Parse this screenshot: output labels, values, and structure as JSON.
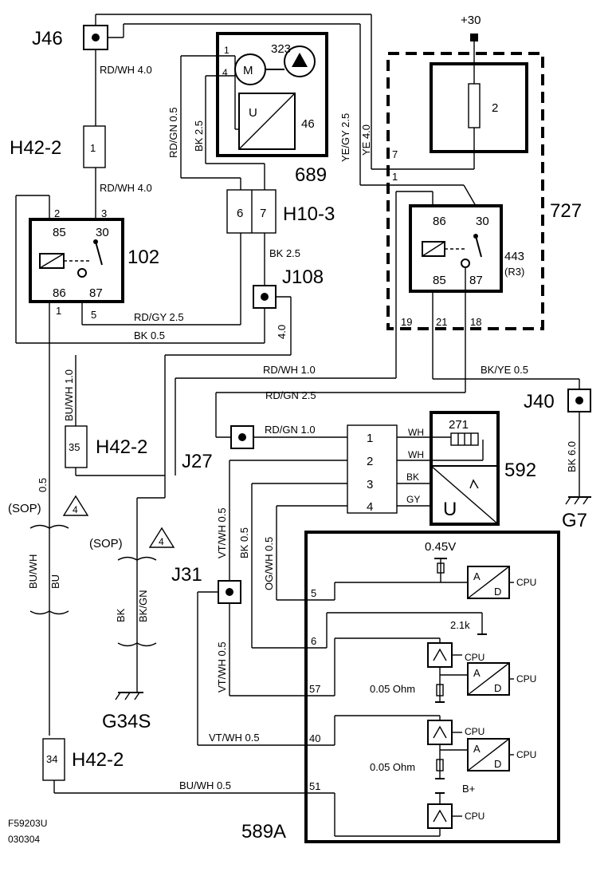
{
  "labels": {
    "j46": "J46",
    "j108": "J108",
    "j27": "J27",
    "j31": "J31",
    "j40": "J40",
    "h42_2": "H42-2",
    "h10_3": "H10-3",
    "c102": "102",
    "c689": "689",
    "c727": "727",
    "c592": "592",
    "c589a": "589A",
    "c323": "323",
    "c46": "46",
    "c443": "443",
    "r3": "(R3)",
    "c271": "271",
    "c2": "2",
    "g7": "G7",
    "g34s": "G34S",
    "plus30": "+30",
    "bplus": "B+",
    "v045": "0.45V",
    "r21k": "2.1k",
    "ohm1": "0.05 Ohm",
    "ohm2": "0.05 Ohm",
    "sop1": "(SOP)",
    "sop2": "(SOP)",
    "tri": "4",
    "footer1": "F59203U",
    "footer2": "030304"
  },
  "wires": {
    "rdwh40_a": "RD/WH  4.0",
    "rdwh40_b": "RD/WH  4.0",
    "rdgn05": "RD/GN  0.5",
    "bk25_a": "BK  2.5",
    "yegy25": "YE/GY  2.5",
    "ye40": "YE  4.0",
    "bk25_b": "BK   2.5",
    "rdgy25": "RD/GY  2.5",
    "bk05_a": "BK  0.5",
    "n40": "4.0",
    "buwh10": "BU/WH 1.0",
    "rdwh10": "RD/WH  1.0",
    "rdgn25": "RD/GN  2.5",
    "bkye05": "BK/YE  0.5",
    "rdgn10": "RD/GN  1.0",
    "bk60": "BK  6.0",
    "n05": "0.5",
    "vtwh05_a": "VT/WH  0.5",
    "bk05_b": "BK  0.5",
    "ogwh05": "OG/WH  0.5",
    "vtwh05_b": "VT/WH  0.5",
    "vtwh05_c": "VT/WH  0.5",
    "buwh05": "BU/WH  0.5",
    "buwh": "BU/WH",
    "bu": "BU",
    "bk": "BK",
    "bkgn": "BK/GN",
    "wh1": "WH",
    "wh2": "WH",
    "bk592": "BK",
    "gy": "GY"
  },
  "pins": {
    "p2": "2",
    "p3": "3",
    "p85": "85",
    "p30": "30",
    "p86": "86",
    "p87": "87",
    "p1": "1",
    "p5": "5",
    "m1": "1",
    "m4": "4",
    "m_m": "M",
    "m_u": "U",
    "h6": "6",
    "h7": "7",
    "h1": "1",
    "h35": "35",
    "h34": "34",
    "r86": "86",
    "r30": "30",
    "r85": "85",
    "r87": "87",
    "w7": "7",
    "w1": "1",
    "w19": "19",
    "w21": "21",
    "w18": "18",
    "c1": "1",
    "c2": "2",
    "c3": "3",
    "c4": "4",
    "u592": "U",
    "e5": "5",
    "e6": "6",
    "e57": "57",
    "e40": "40",
    "e51": "51",
    "ad": "A",
    "dd": "D",
    "cpu": "CPU"
  }
}
